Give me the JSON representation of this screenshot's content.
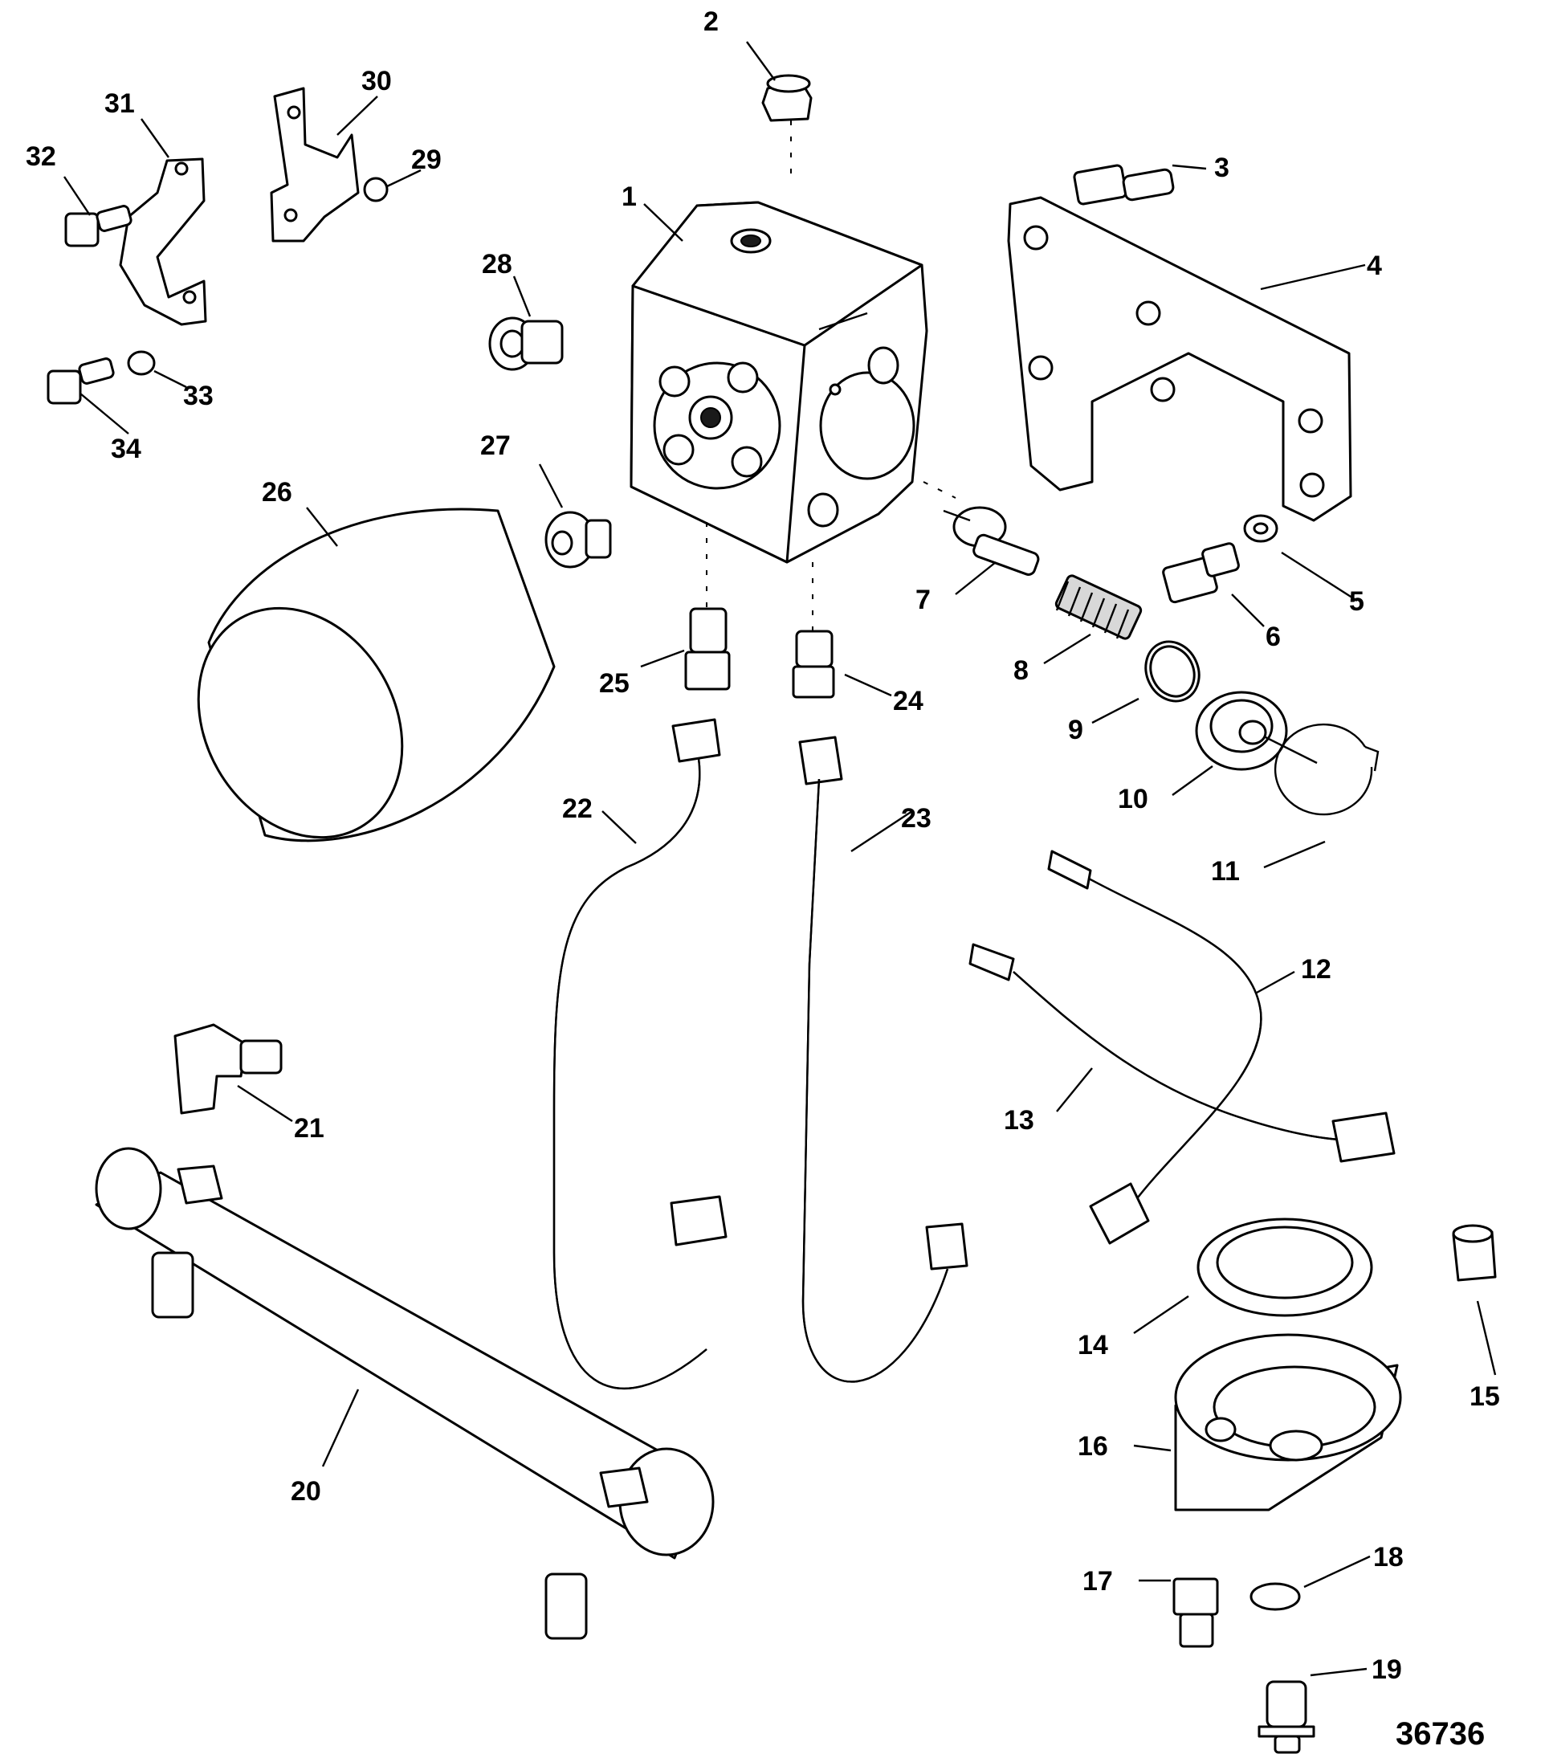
{
  "diagram": {
    "figure_number": "36736",
    "callouts": [
      "1",
      "2",
      "3",
      "4",
      "5",
      "6",
      "7",
      "8",
      "9",
      "10",
      "11",
      "12",
      "13",
      "14",
      "15",
      "16",
      "17",
      "18",
      "19",
      "20",
      "21",
      "22",
      "23",
      "24",
      "25",
      "26",
      "27",
      "28",
      "29",
      "30",
      "31",
      "32",
      "33",
      "34"
    ]
  },
  "colors": {
    "line": "#000000",
    "background": "#ffffff",
    "shade": "#d8d8d8"
  }
}
